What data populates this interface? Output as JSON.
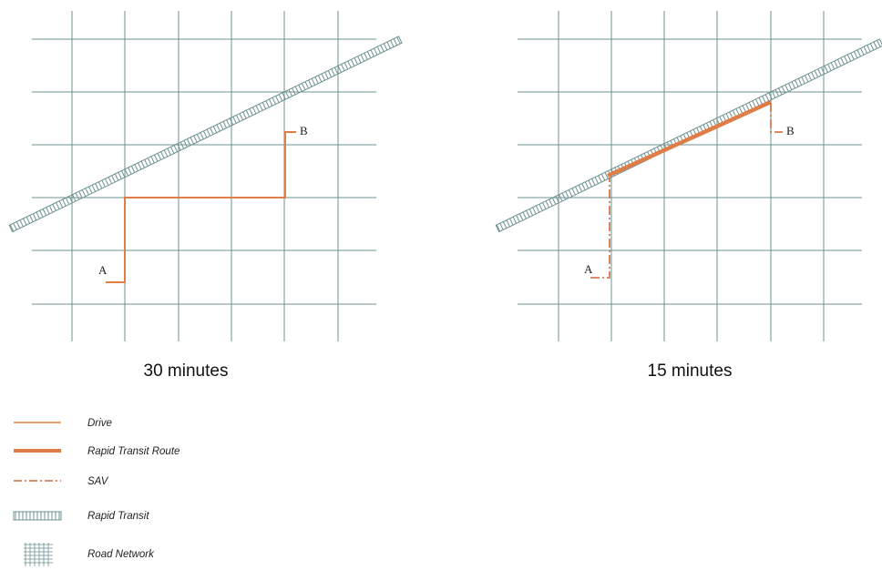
{
  "colors": {
    "road": "#6e9191",
    "route": "#e07c45",
    "sav": "#c86a3c",
    "rail": "#6e9191"
  },
  "panels": [
    {
      "caption": "30 minutes",
      "label_a": "A",
      "label_b": "B"
    },
    {
      "caption": "15 minutes",
      "label_a": "A",
      "label_b": "B"
    }
  ],
  "legend": {
    "items": [
      {
        "label": "Drive",
        "icon": "drive-line-icon"
      },
      {
        "label": "Rapid Transit Route",
        "icon": "rapid-transit-route-line-icon"
      },
      {
        "label": "SAV",
        "icon": "sav-dashdot-line-icon"
      },
      {
        "label": "Rapid Transit",
        "icon": "rapid-transit-track-icon"
      },
      {
        "label": "Road Network",
        "icon": "road-network-grid-icon"
      }
    ]
  }
}
